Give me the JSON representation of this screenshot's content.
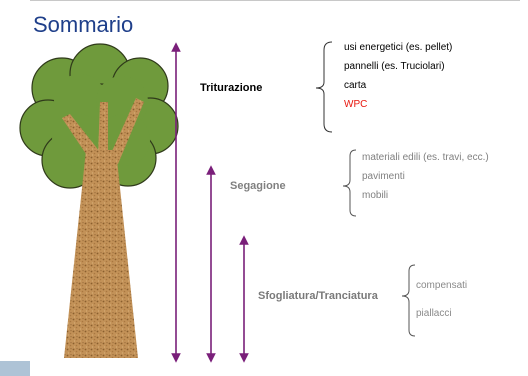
{
  "title": "Sommario",
  "stages": [
    {
      "label": "Triturazione",
      "label_color": "#000000",
      "item_color": "#000000",
      "items": [
        "usi energetici (es. pellet)",
        "pannelli (es. Truciolari)",
        "carta",
        "WPC"
      ],
      "highlight_item": "WPC",
      "highlight_color": "#e8170e"
    },
    {
      "label": "Segagione",
      "label_color": "#808080",
      "item_color": "#808080",
      "items": [
        "materiali edili (es. travi, ecc.)",
        "pavimenti",
        "mobili"
      ]
    },
    {
      "label": "Sfogliatura/Tranciatura",
      "label_color": "#7a7a7a",
      "item_color": "#8a8a8a",
      "items": [
        "compensati",
        "piallacci"
      ]
    }
  ],
  "colors": {
    "title": "#1f3f8a",
    "arrow": "#7a1f7a",
    "foliage": "#6f9a3c",
    "trunk": "#c39258"
  }
}
